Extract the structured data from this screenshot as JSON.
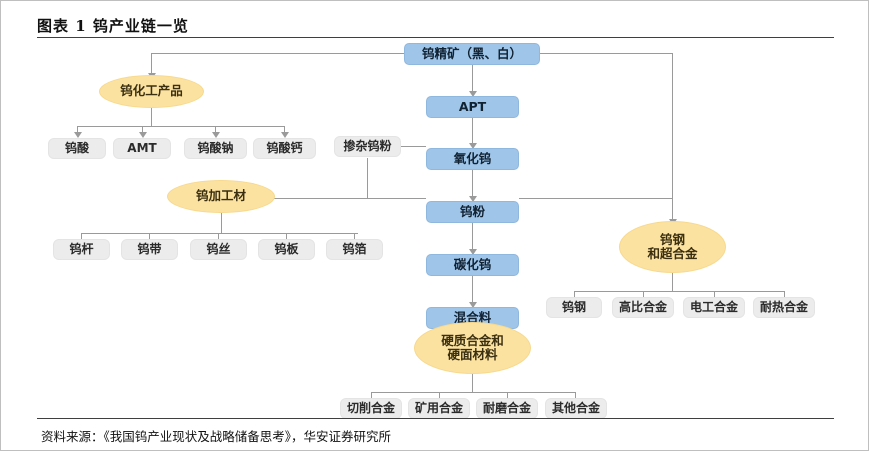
{
  "figure": {
    "title": "图表 1 钨产业链一览",
    "source": "资料来源：《我国钨产业现状及战略储备思考》，华安证券研究所"
  },
  "colors": {
    "process_fill": "#9fc5e8",
    "category_fill": "#fce2a0",
    "product_fill": "#ececec",
    "connector": "#9a9a9a"
  },
  "chart_data": {
    "type": "diagram",
    "title": "钨产业链一览",
    "nodes": {
      "raw_ore": "钨精矿（黑、白）",
      "apt": "APT",
      "tungsten_oxide": "氧化钨",
      "doped_powder": "掺杂钨粉",
      "tungsten_powder": "钨粉",
      "tungsten_carbide": "碳化钨",
      "mixture": "混合料",
      "chemical_products": "钨化工产品",
      "processed_materials": "钨加工材",
      "cemented_carbide": "硬质合金和\n硬面材料",
      "cemented_carbide_l1": "硬质合金和",
      "cemented_carbide_l2": "硬面材料",
      "tungsten_steel_alloy_l1": "钨钢",
      "tungsten_steel_alloy_l2": "和超合金"
    },
    "chemical_branch": [
      "钨酸",
      "AMT",
      "钨酸钠",
      "钨酸钙"
    ],
    "processed_branch": [
      "钨杆",
      "钨带",
      "钨丝",
      "钨板",
      "钨箔"
    ],
    "carbide_branch": [
      "切削合金",
      "矿用合金",
      "耐磨合金",
      "其他合金"
    ],
    "steel_branch": [
      "钨钢",
      "高比合金",
      "电工合金",
      "耐热合金"
    ]
  }
}
